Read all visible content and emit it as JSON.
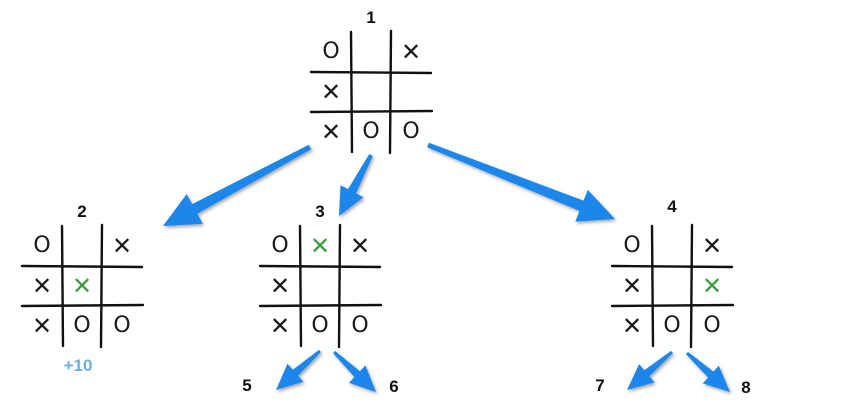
{
  "colors": {
    "arrow": "#1e86ea",
    "mark": "#1a1a1a",
    "new_move": "#3f9a3f",
    "score": "#6aaee3"
  },
  "nodes": [
    {
      "label": "1",
      "board": [
        "O",
        "",
        "X",
        "X",
        "",
        "",
        "X",
        "O",
        "O"
      ],
      "new_move": null
    },
    {
      "label": "2",
      "board": [
        "O",
        "",
        "X",
        "X",
        "X",
        "",
        "X",
        "O",
        "O"
      ],
      "new_move": 4,
      "score": "+10"
    },
    {
      "label": "3",
      "board": [
        "O",
        "X",
        "X",
        "X",
        "",
        "",
        "X",
        "O",
        "O"
      ],
      "new_move": 1
    },
    {
      "label": "4",
      "board": [
        "O",
        "",
        "X",
        "X",
        "",
        "X",
        "X",
        "O",
        "O"
      ],
      "new_move": 5
    }
  ],
  "leaves": [
    {
      "label": "5"
    },
    {
      "label": "6"
    },
    {
      "label": "7"
    },
    {
      "label": "8"
    }
  ]
}
